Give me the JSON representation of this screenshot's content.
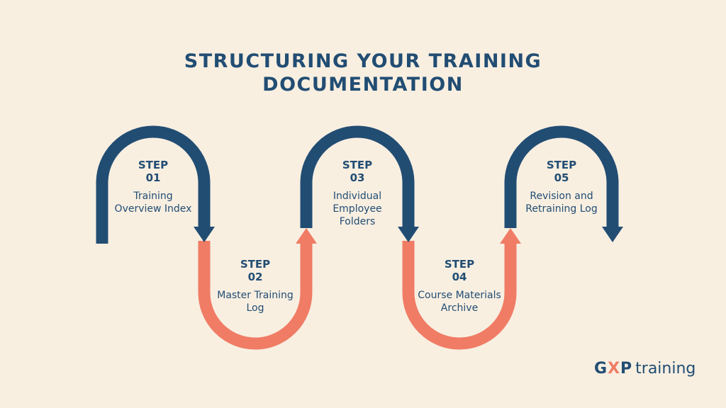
{
  "title": {
    "line1": "STRUCTURING YOUR TRAINING",
    "line2": "DOCUMENTATION"
  },
  "colors": {
    "navy": "#224d73",
    "coral": "#f07c65",
    "background": "#f8efe1"
  },
  "steps": [
    {
      "label": "STEP",
      "number": "01",
      "text_line1": "Training",
      "text_line2": "Overview Index",
      "text_line3": ""
    },
    {
      "label": "STEP",
      "number": "02",
      "text_line1": "Master Training",
      "text_line2": "Log",
      "text_line3": ""
    },
    {
      "label": "STEP",
      "number": "03",
      "text_line1": "Individual",
      "text_line2": "Employee",
      "text_line3": "Folders"
    },
    {
      "label": "STEP",
      "number": "04",
      "text_line1": "Course Materials",
      "text_line2": "Archive",
      "text_line3": ""
    },
    {
      "label": "STEP",
      "number": "05",
      "text_line1": "Revision and",
      "text_line2": "Retraining Log",
      "text_line3": ""
    }
  ],
  "logo": {
    "brand_g": "G",
    "brand_x": "X",
    "brand_p": "P",
    "word": "training"
  }
}
